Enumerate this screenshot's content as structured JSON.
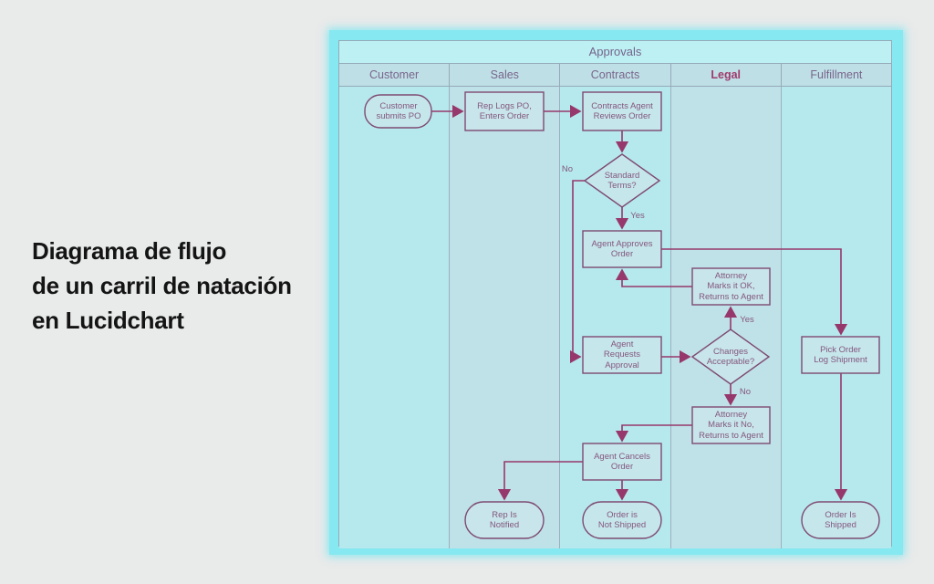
{
  "caption": {
    "line1": "Diagrama de flujo",
    "line2": "de un carril de natación",
    "line3": "en Lucidchart"
  },
  "diagram": {
    "title": "Approvals",
    "lanes": [
      {
        "label": "Customer"
      },
      {
        "label": "Sales"
      },
      {
        "label": "Contracts"
      },
      {
        "label": "Legal"
      },
      {
        "label": "Fulfillment"
      }
    ],
    "nodes": {
      "customer_submits_po": {
        "label": "Customer\nsubmits PO",
        "type": "terminator",
        "lane": "Customer"
      },
      "rep_logs_po": {
        "label": "Rep Logs PO,\nEnters Order",
        "type": "process",
        "lane": "Sales"
      },
      "contracts_agent_reviews_order": {
        "label": "Contracts Agent\nReviews Order",
        "type": "process",
        "lane": "Contracts"
      },
      "standard_terms": {
        "label": "Standard\nTerms?",
        "type": "decision",
        "lane": "Contracts"
      },
      "agent_approves_order": {
        "label": "Agent Approves\nOrder",
        "type": "process",
        "lane": "Contracts"
      },
      "attorney_marks_ok": {
        "label": "Attorney\nMarks it OK,\nReturns to Agent",
        "type": "process",
        "lane": "Legal"
      },
      "agent_requests_approval": {
        "label": "Agent\nRequests\nApproval",
        "type": "process",
        "lane": "Contracts"
      },
      "changes_acceptable": {
        "label": "Changes\nAcceptable?",
        "type": "decision",
        "lane": "Legal"
      },
      "attorney_marks_no": {
        "label": "Attorney\nMarks it No,\nReturns to Agent",
        "type": "process",
        "lane": "Legal"
      },
      "pick_order": {
        "label": "Pick Order\nLog Shipment",
        "type": "process",
        "lane": "Fulfillment"
      },
      "agent_cancels_order": {
        "label": "Agent Cancels\nOrder",
        "type": "process",
        "lane": "Contracts"
      },
      "rep_is_notified": {
        "label": "Rep Is\nNotified",
        "type": "terminator",
        "lane": "Sales"
      },
      "order_not_shipped": {
        "label": "Order is\nNot Shipped",
        "type": "terminator",
        "lane": "Contracts"
      },
      "order_shipped": {
        "label": "Order Is\nShipped",
        "type": "terminator",
        "lane": "Fulfillment"
      }
    },
    "edge_labels": {
      "standard_terms_no": "No",
      "standard_terms_yes": "Yes",
      "changes_acceptable_yes": "Yes",
      "changes_acceptable_no": "No"
    },
    "colors": {
      "page_background": "#e9eaea",
      "frame_cyan": "#86e8f0",
      "lane_fill_light": "#b6e9ed",
      "lane_fill_dark": "#bfe2e8",
      "header_fill": "#bedfe5",
      "title_fill": "#bcf0f3",
      "shape_stroke": "#7e4a72",
      "shape_fill": "#c9e6eb",
      "arrow": "#96386b",
      "text_purple": "#84577e",
      "caption_text": "#141414"
    }
  }
}
